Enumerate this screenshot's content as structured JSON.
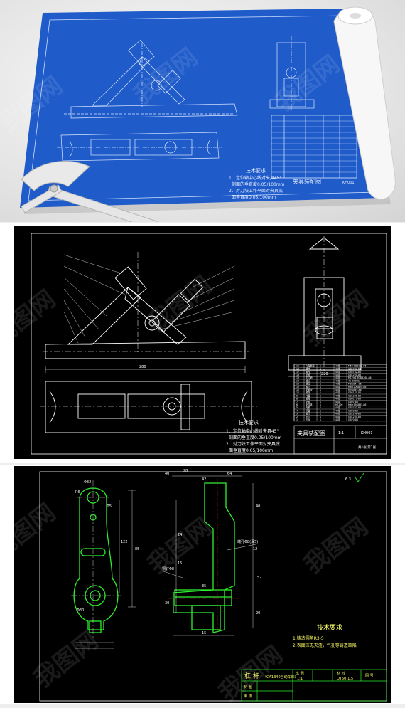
{
  "watermark": "我图网",
  "blueprint": {
    "notes_title": "技术要求",
    "notes": [
      "1、定位轴中心线对夹具45°",
      "剖面的垂直度0.05/100mm",
      "2、对刀块工作平面对夹具底",
      "面垂直度0.05/100mm"
    ],
    "title_block": "夹具装配图",
    "code": "KH001"
  },
  "assembly": {
    "notes_title": "技术要求",
    "notes": [
      "1、定位轴中心线对夹具45°",
      "剖面的垂直度0.05/100mm",
      "2、对刀块工作平面对夹具底",
      "面垂直度0.05/100mm"
    ],
    "title_block": "夹具装配图",
    "code": "KH001",
    "scale": "1:1",
    "sheet": "共1张 第1张",
    "bom": [
      {
        "no": "19",
        "name": "六角螺母",
        "qty": "1",
        "mat": "45钢",
        "std": "M5×GB6182-86"
      },
      {
        "no": "18",
        "name": "螺栓",
        "qty": "1",
        "mat": "45钢",
        "std": "GB5783-86"
      },
      {
        "no": "17",
        "name": "螺栓",
        "qty": "1",
        "mat": "45钢",
        "std": "GB5782-86"
      },
      {
        "no": "16",
        "name": "垫圈",
        "qty": "1",
        "mat": "45钢",
        "std": "GB1230-86"
      },
      {
        "no": "15",
        "name": "定位销",
        "qty": "1",
        "mat": "45钢",
        "std": "M12×1.5GB6268-86"
      },
      {
        "no": "14",
        "name": "螺钉",
        "qty": "1",
        "mat": "45钢",
        "std": "45-300HC"
      },
      {
        "no": "13",
        "name": "螺母",
        "qty": "1",
        "mat": "45钢",
        "std": "M8GB41-86"
      },
      {
        "no": "12",
        "name": "螺钉",
        "qty": "1",
        "mat": "45钢",
        "std": "M6×20GB70-86"
      },
      {
        "no": "11",
        "name": "夹紧块",
        "qty": "1",
        "mat": "45钢",
        "std": "M5GB65-86"
      },
      {
        "no": "10",
        "name": "螺母",
        "qty": "1",
        "mat": "45钢",
        "std": "GB6170-86"
      },
      {
        "no": "9",
        "name": "衬套",
        "qty": "1",
        "mat": "45钢",
        "std": "GB1231-86"
      },
      {
        "no": "8",
        "name": "螺母",
        "qty": "1",
        "mat": "45钢",
        "std": "GB6172-86"
      },
      {
        "no": "7",
        "name": "垫圈",
        "qty": "1",
        "mat": "45钢",
        "std": "GB97-86"
      },
      {
        "no": "6",
        "name": "夹具体",
        "qty": "1",
        "mat": "HT200",
        "std": "M6×55GB65-86"
      },
      {
        "no": "5",
        "name": "夹紧",
        "qty": "1",
        "mat": "45钢",
        "std": "GB5783-86"
      },
      {
        "no": "4",
        "name": "导套",
        "qty": "1",
        "mat": "45钢",
        "std": "GB93-86"
      },
      {
        "no": "3",
        "name": "螺钉",
        "qty": "1",
        "mat": "45钢",
        "std": "GB2298-86"
      },
      {
        "no": "2",
        "name": "垫片",
        "qty": "1",
        "mat": "45钢",
        "std": "GB1230-86"
      },
      {
        "no": "1",
        "name": "压板",
        "qty": "1",
        "mat": "45钢",
        "std": "GB70-86"
      }
    ],
    "dims": {
      "bottom": "280",
      "side": "220"
    }
  },
  "part": {
    "notes_title": "技术要求",
    "notes": [
      "1.铸造圆角R3-5",
      "2.表面应无夹渣，气孔等铸造缺陷"
    ],
    "part_name": "杠 杆",
    "part_sub": "（CA1340自动车床）",
    "scale_label": "比 例",
    "scale": "1:1",
    "material_label": "材 料",
    "material": "QT50-1.5",
    "drawing_label": "图 号",
    "draw_label": "制 图",
    "check_label": "审 核",
    "roughness": "6.3",
    "dims": [
      "Φ32",
      "Φ5",
      "R6",
      "Φ30",
      "85",
      "122",
      "40",
      "28",
      "42",
      "64",
      "40",
      "12",
      "52",
      "24",
      "15",
      "35",
      "15",
      "30",
      "20"
    ],
    "callouts": [
      "端孔Φ8(深5)",
      "铜钉Φ8"
    ]
  }
}
